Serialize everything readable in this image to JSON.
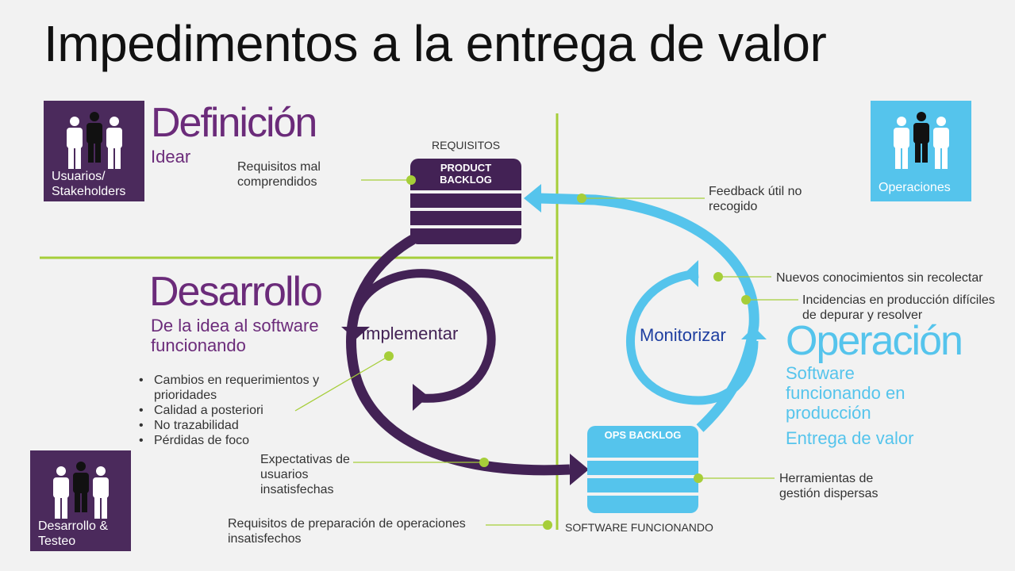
{
  "title": "Impedimentos a la entrega de valor",
  "tiles": {
    "users": "Usuarios/ Stakeholders",
    "ops": "Operaciones",
    "dev": "Desarrollo & Testeo"
  },
  "definition": {
    "heading": "Definición",
    "sub": "Idear"
  },
  "development": {
    "heading": "Desarrollo",
    "sub": "De la idea al software funcionando"
  },
  "operation": {
    "heading": "Operación",
    "sub1": "Software funcionando en producción",
    "sub2": "Entrega de valor"
  },
  "cycle": {
    "implement": "Implementar",
    "monitor": "Monitorizar"
  },
  "boards": {
    "requirements_caption": "REQUISITOS",
    "product_backlog": "PRODUCT BACKLOG",
    "ops_backlog": "OPS BACKLOG",
    "software_caption": "SOFTWARE FUNCIONANDO"
  },
  "issues": {
    "misunderstood": "Requisitos mal comprendidos",
    "feedback": "Feedback útil no recogido",
    "knowledge": "Nuevos conocimientos sin recolectar",
    "incidents": "Incidencias en producción difíciles de depurar y resolver",
    "expectations": "Expectativas de usuarios insatisfechas",
    "tools": "Herramientas de gestión dispersas",
    "ops_req": "Requisitos de preparación de operaciones insatisfechos"
  },
  "dev_bullets": [
    "Cambios en requerimientos y prioridades",
    "Calidad a posteriori",
    "No trazabilidad",
    "Pérdidas de foco"
  ],
  "colors": {
    "purple": "#432255",
    "tile_purple": "#4b2a5c",
    "blue": "#55c4ec",
    "green": "#a6ce39",
    "heading_purple": "#6b2b7a"
  }
}
